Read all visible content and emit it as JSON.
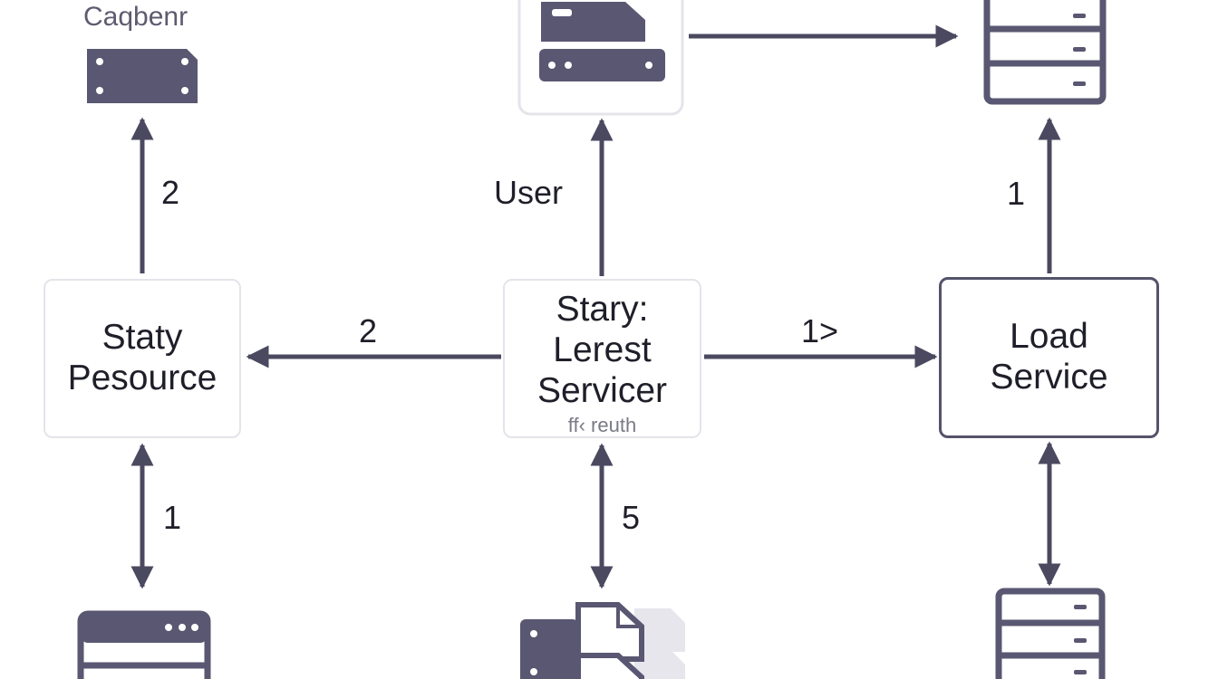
{
  "caption": "Caqbenr",
  "nodes": {
    "left": {
      "line1": "Staty",
      "line2": "Pesource"
    },
    "center": {
      "line1": "Stary:",
      "line2": "Lerest",
      "line3": "Servicer",
      "sub": "ff‹ reuth"
    },
    "right": {
      "line1": "Load",
      "line2": "Service"
    }
  },
  "edge_labels": {
    "left_up": "2",
    "left_down": "1",
    "center_up": "User",
    "center_left": "2",
    "center_right": "1˃",
    "center_down": "5",
    "right_up": "1"
  },
  "colors": {
    "ink": "#4b4960",
    "icon_fill": "#595771",
    "icon_light": "#c9c8d4",
    "box_border": "#e4e4ea",
    "strong_border": "#55536a"
  },
  "icons": {
    "top_left": "server-card-icon",
    "top_center": "server-folder-icon",
    "top_right": "server-rack-icon",
    "bottom_left": "server-rack-icon",
    "bottom_center": "folder-stack-icon",
    "bottom_right": "server-rack-icon"
  }
}
